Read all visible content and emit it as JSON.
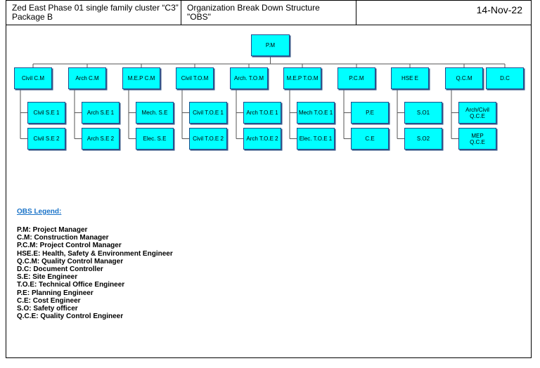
{
  "header": {
    "project_line1": "Zed East Phase 01 single family cluster “C3”",
    "project_line2": "Package B",
    "title_line1": "Organization Break Down Structure",
    "title_line2": "\"OBS\"",
    "date": "14-Nov-22"
  },
  "org": {
    "top": "P.M",
    "branches": [
      {
        "label": "Civil C.M",
        "children": [
          "Civil S.E 1",
          "Civil S.E 2"
        ]
      },
      {
        "label": "Arch C.M",
        "children": [
          "Arch S.E 1",
          "Arch S.E 2"
        ]
      },
      {
        "label": "M.E.P  C.M",
        "children": [
          "Mech. S.E",
          "Elec. S.E"
        ]
      },
      {
        "label": "Civil T.O.M",
        "children": [
          "Civil T.O.E 1",
          "Civil T.O.E 2"
        ]
      },
      {
        "label": "Arch. T.O.M",
        "children": [
          "Arch T.O.E 1",
          "Arch T.O.E 2"
        ]
      },
      {
        "label": "M.E.P T.O.M",
        "children": [
          "Mech T.O.E 1",
          "Elec. T.O.E 1"
        ]
      },
      {
        "label": "P.C.M",
        "children": [
          "P.E",
          "C.E"
        ]
      },
      {
        "label": "HSE E",
        "children": [
          "S.O1",
          "S.O2"
        ]
      },
      {
        "label": "Q.C.M",
        "children": [
          "Arch/Civil\nQ.C.E",
          "MEP\nQ.C.E"
        ]
      },
      {
        "label": "D.C",
        "children": []
      }
    ]
  },
  "legend": {
    "title": "OBS Legend:",
    "items": [
      "P.M: Project Manager",
      "C.M: Construction Manager",
      "P.C.M: Project Control Manager",
      "HSE.E: Health, Safety & Environment Engineer",
      "Q.C.M: Quality Control Manager",
      "D.C: Document Controller",
      "S.E: Site Engineer",
      "T.O.E: Technical Office Engineer",
      "P.E: Planning Engineer",
      "C.E: Cost Engineer",
      "S.O: Safety officer",
      "Q.C.E: Quality Control Engineer"
    ]
  },
  "colors": {
    "box_fill": "#00ffff",
    "box_border": "#1e4b8c",
    "legend_title": "#1a73c8"
  }
}
